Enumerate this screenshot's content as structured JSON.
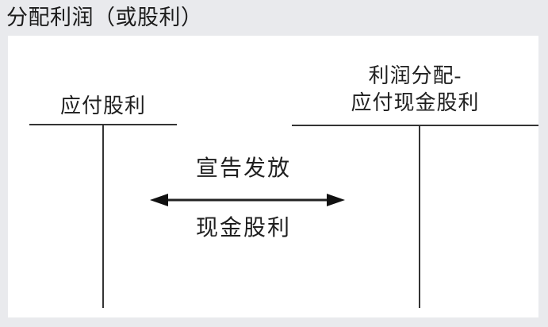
{
  "page": {
    "title": "分配利润（或股利）"
  },
  "diagram": {
    "left_account": {
      "label": "应付股利"
    },
    "right_account": {
      "label_line1": "利润分配-",
      "label_line2": "应付现金股利"
    },
    "relationship": {
      "caption_top": "宣告发放",
      "caption_bottom": "现金股利",
      "arrow": "double-headed-horizontal"
    }
  },
  "colors": {
    "background": "#e9eaed",
    "panel": "#ffffff",
    "text": "#1f1f1f",
    "line": "#343434",
    "title": "#1c1c1c"
  }
}
